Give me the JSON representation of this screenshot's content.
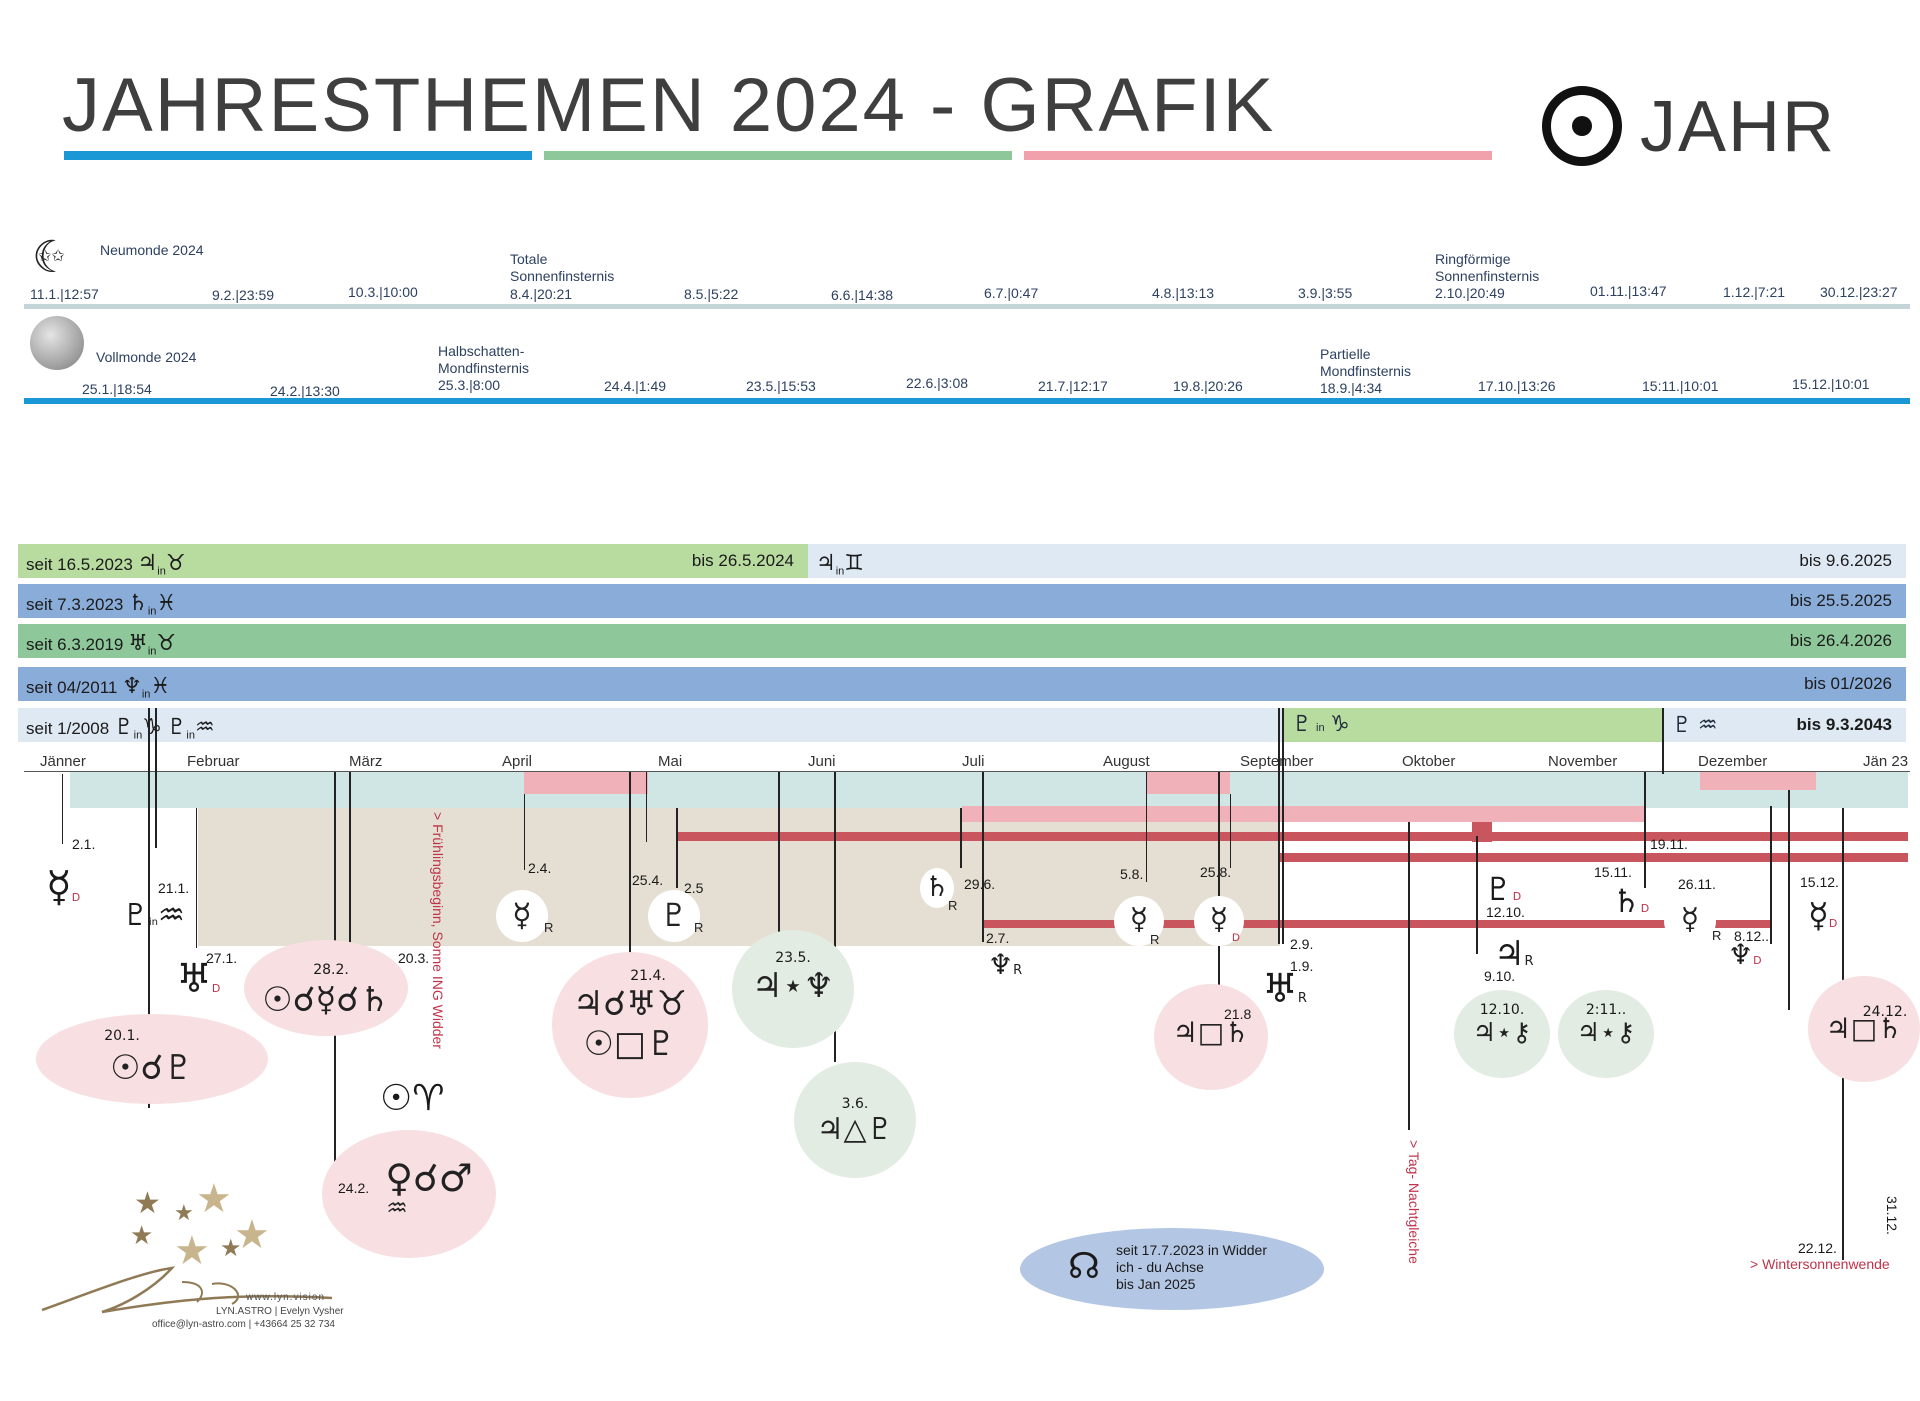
{
  "header": {
    "title": "JAHRESTHEMEN 2024 - GRAFIK",
    "year_label": "JAHR"
  },
  "colors": {
    "blue": "#1a98d6",
    "green": "#8dc79a",
    "pink": "#f0a1ac",
    "lightblue": "#dfe9f4",
    "band_blue": "#8aacd8",
    "band_green": "#8dc79a",
    "band_lightgreen": "#b8dba0",
    "red_line": "#c9555e",
    "beige": "#e4dfd2",
    "teal": "#cfe6e4"
  },
  "neumonde": {
    "label": "Neumonde 2024",
    "dates": [
      "11.1.|12:57",
      "9.2.|23:59",
      "10.3.|10:00",
      "8.4.|20:21",
      "8.5.|5:22",
      "6.6.|14:38",
      "6.7.|0:47",
      "4.8.|13:13",
      "3.9.|3:55",
      "2.10.|20:49",
      "01.11.|13:47",
      "1.12.|7:21",
      "30.12.|23:27"
    ],
    "eclipse1": [
      "Totale",
      "Sonnenfinsternis"
    ],
    "eclipse2": [
      "Ringförmige",
      "Sonnenfinsternis"
    ]
  },
  "vollmonde": {
    "label": "Vollmonde 2024",
    "dates": [
      "25.1.|18:54",
      "24.2.|13:30",
      "25.3.|8:00",
      "24.4.|1:49",
      "23.5.|15:53",
      "22.6.|3:08",
      "21.7.|12:17",
      "19.8.|20:26",
      "18.9.|4:34",
      "17.10.|13:26",
      "15:11.|10:01",
      "15.12.|10:01"
    ],
    "eclipse1": [
      "Halbschatten-",
      "Mondfinsternis"
    ],
    "eclipse2": [
      "Partielle",
      "Mondfinsternis"
    ]
  },
  "bands": [
    {
      "left": "seit 16.5.2023",
      "mid": "bis 26.5.2024",
      "right": "bis 9.6.2025"
    },
    {
      "left": "seit 7.3.2023",
      "right": "bis 25.5.2025"
    },
    {
      "left": "seit 6.3.2019",
      "right": "bis 26.4.2026"
    },
    {
      "left": "seit 04/2011",
      "right": "bis 01/2026"
    },
    {
      "left": "seit 1/2008",
      "right": "bis 9.3.2043"
    }
  ],
  "in": "in",
  "months": [
    "Jänner",
    "Februar",
    "März",
    "April",
    "Mai",
    "Juni",
    "Juli",
    "August",
    "September",
    "Oktober",
    "November",
    "Dezember",
    "Jän 23"
  ],
  "events": {
    "d_2_1": "2.1.",
    "d_21_1": "21.1.",
    "d_27_1": "27.1.",
    "d_20_1": "20.1.",
    "d_28_2": "28.2.",
    "d_24_2": "24.2.",
    "d_20_3": "20.3.",
    "d_2_4": "2.4.",
    "d_25_4": "25.4.",
    "d_2_5": "2.5",
    "d_21_4": "21.4.",
    "d_23_5": "23.5.",
    "d_3_6": "3.6.",
    "d_29_6": "29.6.",
    "d_2_7": "2.7.",
    "d_5_8": "5.8.",
    "d_25_8": "25.8.",
    "d_21_8": "21.8",
    "d_2_9": "2.9.",
    "d_1_9": "1.9.",
    "d_12_10a": "12.10.",
    "d_9_10": "9.10.",
    "d_12_10b": "12.10.",
    "d_2_11": "2:11..",
    "d_15_11": "15.11.",
    "d_19_11": "19.11.",
    "d_26_11": "26.11.",
    "d_8_12": "8.12..",
    "d_15_12": "15.12.",
    "d_24_12": "24.12.",
    "d_22_12": "22.12.",
    "d_31_12": "31.12."
  },
  "annotations": {
    "fruehling": "> Frühlingsbeginn, Sonne ING Widder",
    "tag_nacht": "> Tag- Nachtgleiche",
    "winter": "> Wintersonnenwende"
  },
  "node_box": {
    "line1": "seit 17.7.2023 in Widder",
    "line2": "ich - du Achse",
    "line3": "bis Jan 2025"
  },
  "logo": {
    "site": "www.lyn.vision",
    "name": "LYN.ASTRO | Evelyn Vysher",
    "contact": "office@lyn-astro.com | +43664 25 32 734"
  }
}
